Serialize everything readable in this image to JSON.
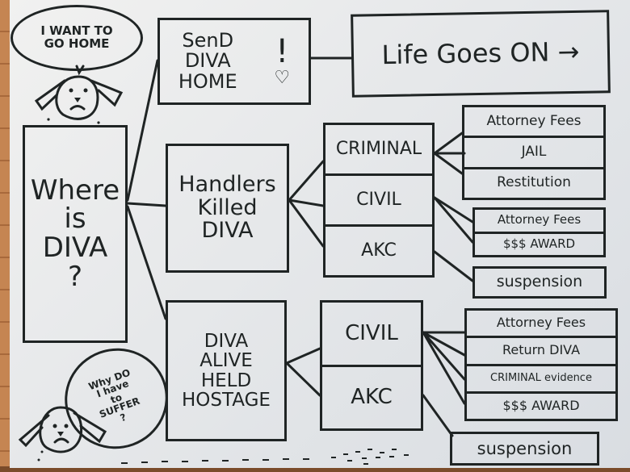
{
  "bubbles": {
    "top": "I WANT TO\nGO HOME",
    "bottom": "Why DO\nI have\nto\nSUFFER\n?"
  },
  "root": {
    "line1": "Where",
    "line2": "is",
    "line3": "DIVA",
    "line4": "?"
  },
  "branches": {
    "send_home": {
      "line1": "SenD",
      "line2": "DIVA",
      "line3": "HOME",
      "mark": "!",
      "heart": "♡"
    },
    "life_goes_on": "Life Goes ON →",
    "killed": {
      "line1": "Handlers",
      "line2": "Killed",
      "line3": "DIVA"
    },
    "alive": {
      "line1": "DIVA",
      "line2": "ALIVE",
      "line3": "HELD",
      "line4": "HOSTAGE"
    }
  },
  "killed_paths": [
    "CRIMINAL",
    "CIVIL",
    "AKC"
  ],
  "alive_paths": [
    "CIVIL",
    "AKC"
  ],
  "criminal_outcomes": [
    "Attorney Fees",
    "JAIL",
    "Restitution"
  ],
  "civil_outcomes_killed": [
    "Attorney Fees",
    "$$$ AWARD"
  ],
  "akc_outcome_killed": "suspension",
  "civil_outcomes_alive": [
    "Attorney Fees",
    "Return DIVA",
    "CRIMINAL evidence",
    "$$$ AWARD"
  ],
  "akc_outcome_alive": "suspension"
}
